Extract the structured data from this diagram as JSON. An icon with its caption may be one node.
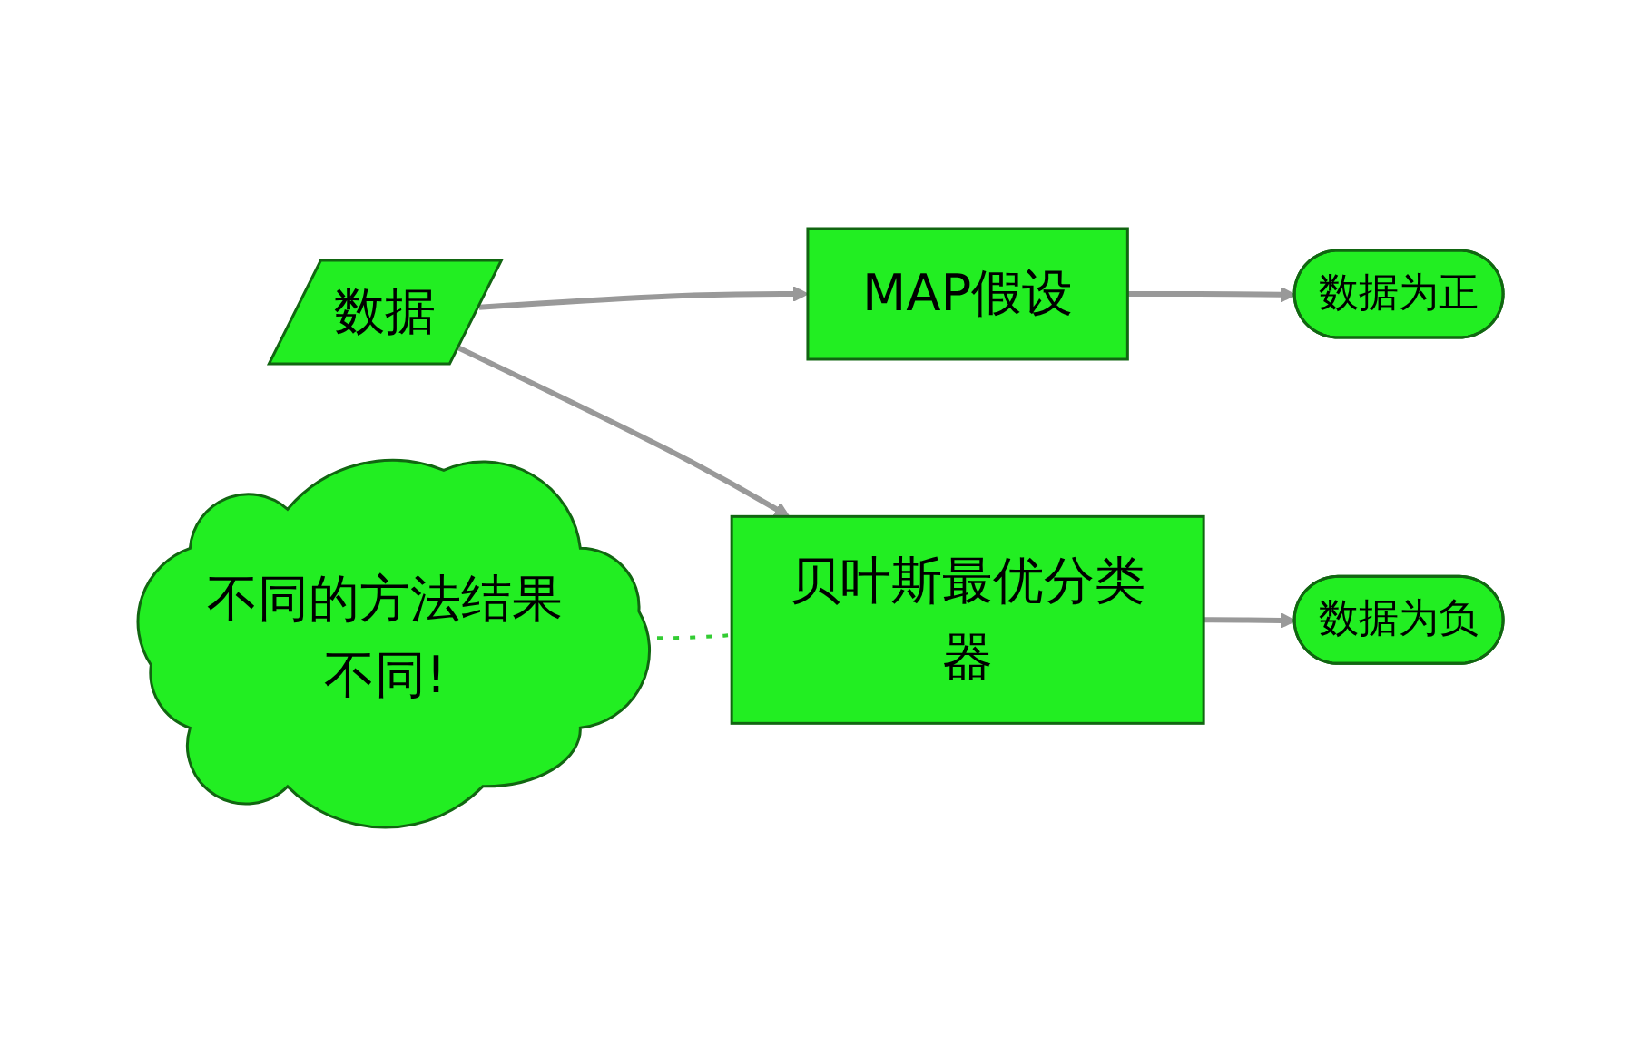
{
  "diagram": {
    "nodes": [
      {
        "text": [
          "数据"
        ]
      },
      {
        "text": [
          "MAP假设"
        ]
      },
      {
        "text": [
          "数据为正"
        ]
      },
      {
        "text": [
          "贝叶斯最优分类器"
        ]
      },
      {
        "text": [
          "数据为负"
        ]
      },
      {
        "text": [
          "不同的方法结果不同!"
        ]
      }
    ],
    "edges": [
      {
        "from": 0,
        "to": 1,
        "arrow": "to"
      },
      {
        "from": 0,
        "to": 3,
        "arrow": "to"
      },
      {
        "from": 1,
        "to": 2,
        "arrow": "to"
      },
      {
        "from": 3,
        "to": 4,
        "arrow": "to"
      },
      {
        "from": 5,
        "to": 3,
        "arrow": "none",
        "style": "dashed",
        "color": "#33cc33"
      }
    ]
  }
}
